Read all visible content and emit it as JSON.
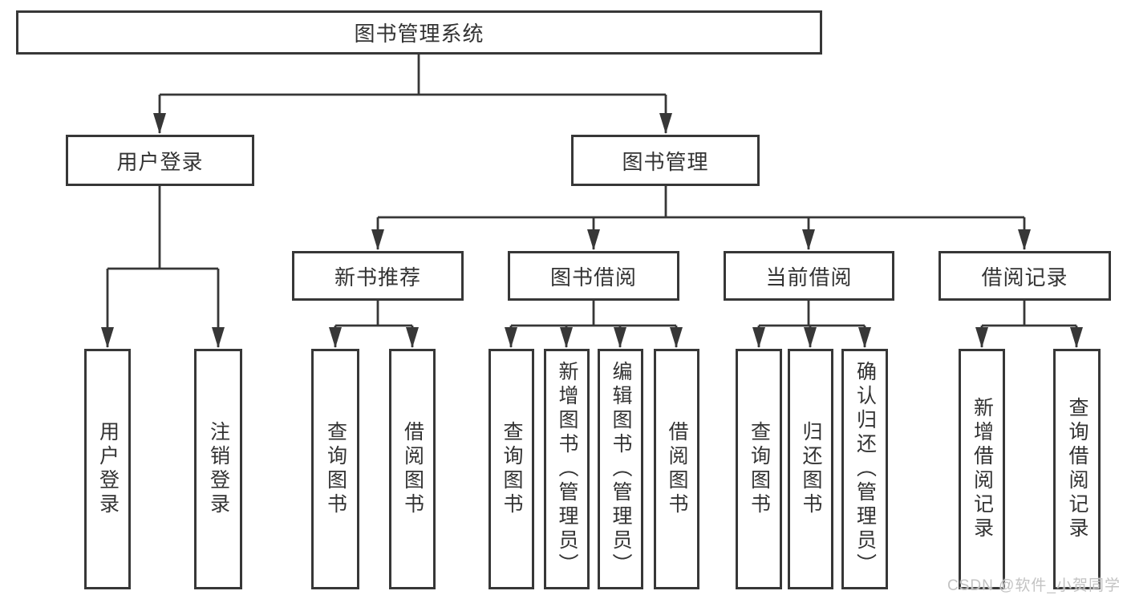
{
  "diagram": {
    "root": {
      "label": "图书管理系统"
    },
    "branches": [
      {
        "label": "用户登录",
        "children": [
          {
            "label": "用户登录"
          },
          {
            "label": "注销登录"
          }
        ]
      },
      {
        "label": "图书管理",
        "children": [
          {
            "label": "新书推荐",
            "children": [
              {
                "label": "查询图书"
              },
              {
                "label": "借阅图书"
              }
            ]
          },
          {
            "label": "图书借阅",
            "children": [
              {
                "label": "查询图书"
              },
              {
                "label": "新增图书（管理员）"
              },
              {
                "label": "编辑图书（管理员）"
              },
              {
                "label": "借阅图书"
              }
            ]
          },
          {
            "label": "当前借阅",
            "children": [
              {
                "label": "查询图书"
              },
              {
                "label": "归还图书"
              },
              {
                "label": "确认归还（管理员）"
              }
            ]
          },
          {
            "label": "借阅记录",
            "children": [
              {
                "label": "新增借阅记录"
              },
              {
                "label": "查询借阅记录"
              }
            ]
          }
        ]
      }
    ]
  },
  "watermark": "CSDN @软件_小贺同学",
  "colors": {
    "line": "#373737",
    "text": "#333333",
    "box_fill": "#ffffff",
    "watermark": "#c3c3c3",
    "background": "#ffffff"
  }
}
